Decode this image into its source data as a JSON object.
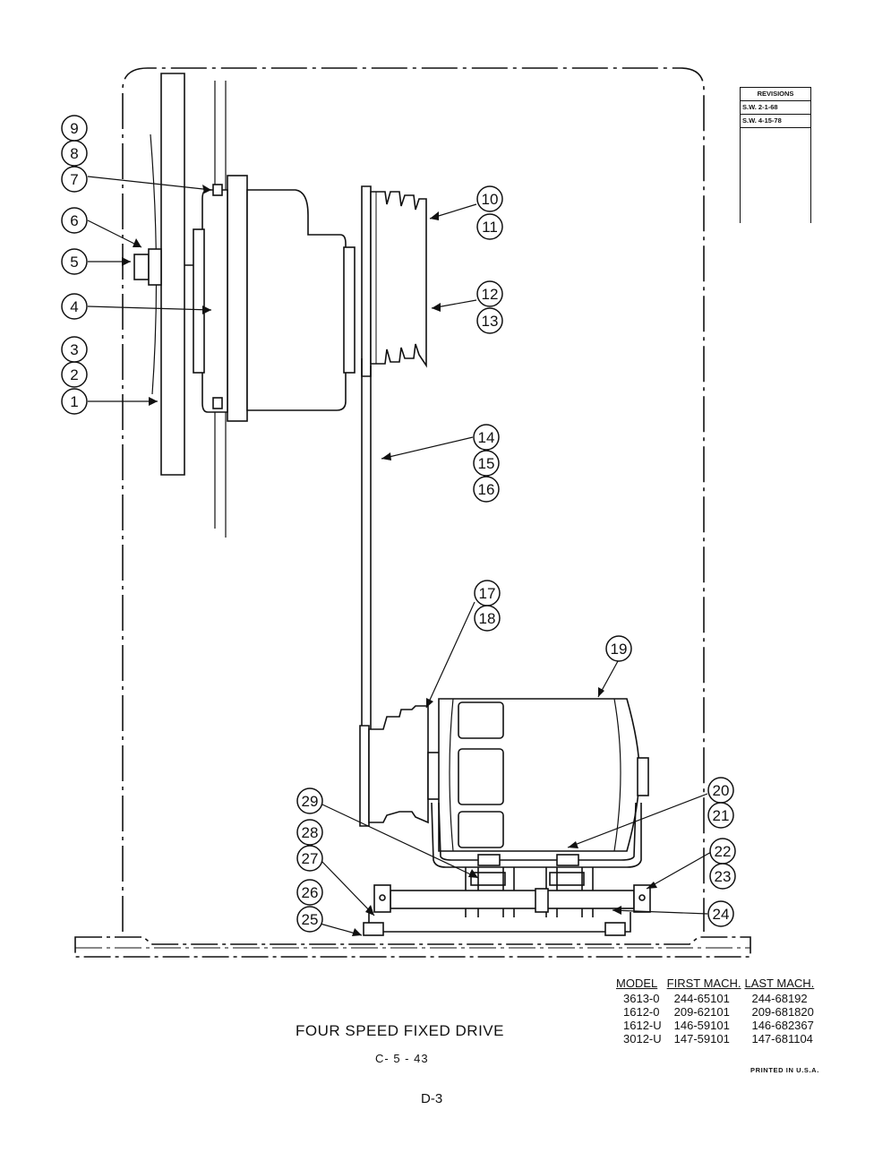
{
  "revisions": {
    "header": "REVISIONS",
    "entries": [
      "S.W. 2-1-68",
      "S.W. 4-15-78"
    ]
  },
  "callouts": [
    {
      "number": "1"
    },
    {
      "number": "2"
    },
    {
      "number": "3"
    },
    {
      "number": "4"
    },
    {
      "number": "5"
    },
    {
      "number": "6"
    },
    {
      "number": "7"
    },
    {
      "number": "8"
    },
    {
      "number": "9"
    },
    {
      "number": "10"
    },
    {
      "number": "11"
    },
    {
      "number": "12"
    },
    {
      "number": "13"
    },
    {
      "number": "14"
    },
    {
      "number": "15"
    },
    {
      "number": "16"
    },
    {
      "number": "17"
    },
    {
      "number": "18"
    },
    {
      "number": "19"
    },
    {
      "number": "20"
    },
    {
      "number": "21"
    },
    {
      "number": "22"
    },
    {
      "number": "23"
    },
    {
      "number": "24"
    },
    {
      "number": "25"
    },
    {
      "number": "26"
    },
    {
      "number": "27"
    },
    {
      "number": "28"
    },
    {
      "number": "29"
    }
  ],
  "models_table": {
    "headers": [
      "MODEL",
      "FIRST MACH.",
      "LAST MACH."
    ],
    "rows": [
      [
        "3613-0",
        "244-65101",
        "244-68192"
      ],
      [
        "1612-0",
        "209-62101",
        "209-681820"
      ],
      [
        "1612-U",
        "146-59101",
        "146-682367"
      ],
      [
        "3012-U",
        "147-59101",
        "147-681104"
      ]
    ]
  },
  "title": "FOUR SPEED FIXED DRIVE",
  "drawing_number": "C- 5 - 43",
  "printed_notice": "PRINTED IN U.S.A.",
  "page_number": "D-3"
}
